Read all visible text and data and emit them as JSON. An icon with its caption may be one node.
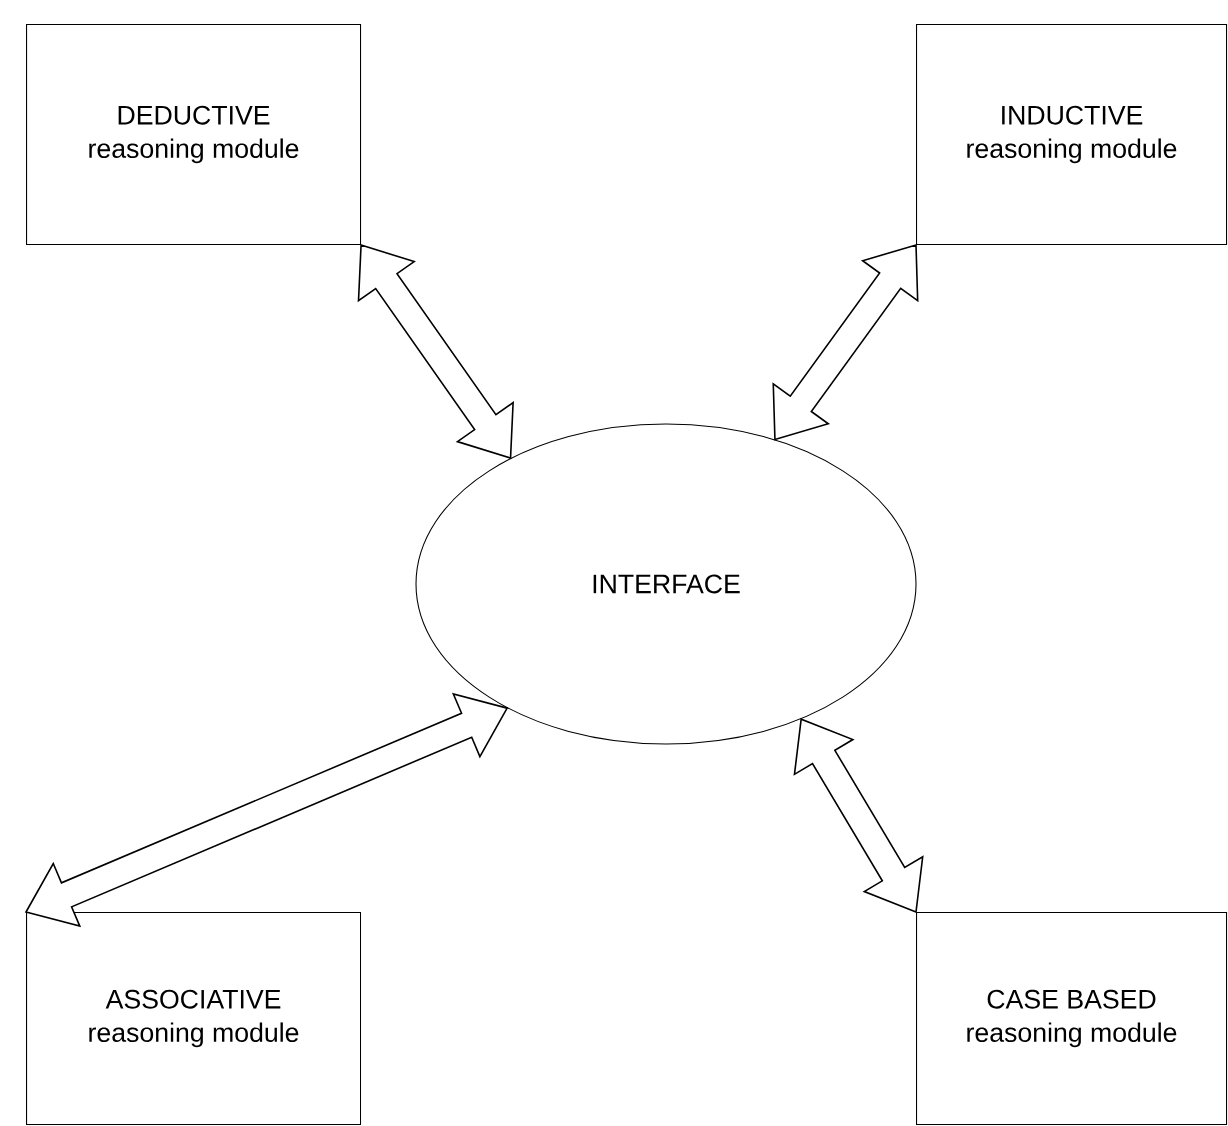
{
  "diagram": {
    "nodes": [
      {
        "text": [
          "DEDUCTIVE",
          "reasoning module"
        ]
      },
      {
        "text": [
          "INDUCTIVE",
          "reasoning module"
        ]
      },
      {
        "text": [
          "INTERFACE"
        ]
      },
      {
        "text": [
          "ASSOCIATIVE",
          "reasoning module"
        ]
      },
      {
        "text": [
          "CASE BASED",
          "reasoning module"
        ]
      }
    ],
    "edges": [
      {
        "from": 0,
        "to": 2,
        "arrow": "both"
      },
      {
        "from": 1,
        "to": 2,
        "arrow": "both"
      },
      {
        "from": 3,
        "to": 2,
        "arrow": "both"
      },
      {
        "from": 4,
        "to": 2,
        "arrow": "both"
      }
    ]
  }
}
